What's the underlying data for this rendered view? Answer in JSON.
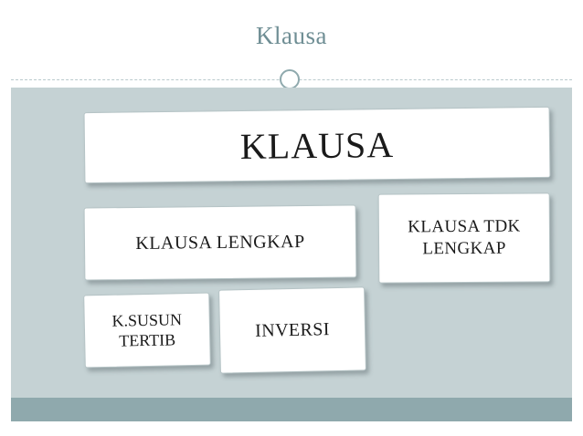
{
  "slide": {
    "title": "Klausa",
    "colors": {
      "title_text": "#6f8e94",
      "panel_background": "#c5d2d4",
      "bottom_bar": "#8fa9ad",
      "divider": "#b9cacd",
      "box_background": "#ffffff",
      "box_text": "#1a1a1a"
    },
    "diagram": {
      "root": {
        "label": "KLAUSA"
      },
      "branches": [
        {
          "label": "KLAUSA LENGKAP"
        },
        {
          "label": "KLAUSA TDK LENGKAP"
        }
      ],
      "sub_branches": [
        {
          "label": "K.SUSUN TERTIB"
        },
        {
          "label": "INVERSI"
        }
      ]
    }
  }
}
